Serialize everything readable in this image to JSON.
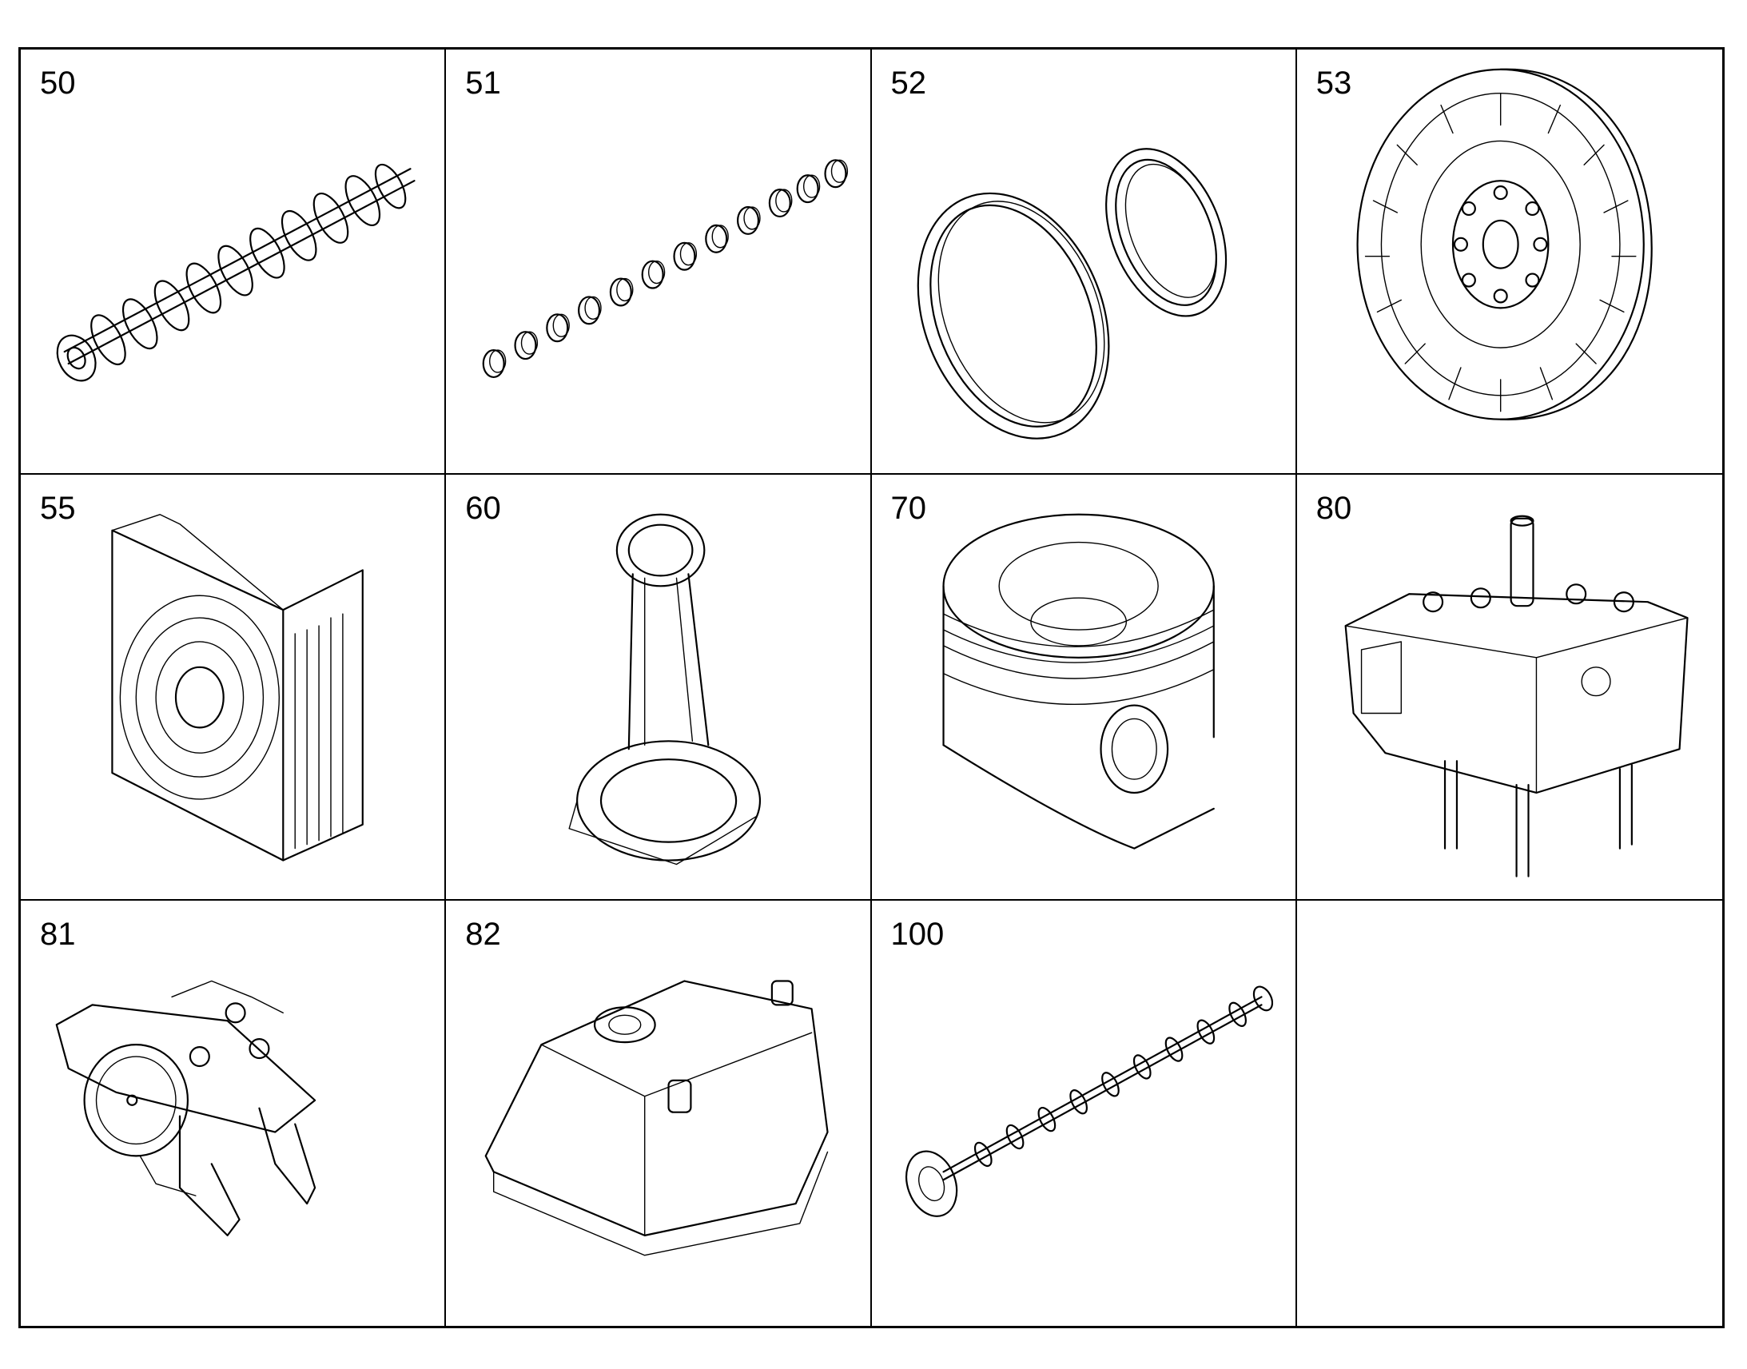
{
  "cells": [
    {
      "number": "50",
      "icon": "crankshaft-icon"
    },
    {
      "number": "51",
      "icon": "bearing-shells-icon"
    },
    {
      "number": "52",
      "icon": "seal-rings-icon"
    },
    {
      "number": "53",
      "icon": "vibration-damper-icon"
    },
    {
      "number": "55",
      "icon": "fan-guard-icon"
    },
    {
      "number": "60",
      "icon": "connecting-rod-icon"
    },
    {
      "number": "70",
      "icon": "piston-icon"
    },
    {
      "number": "80",
      "icon": "cylinder-head-icon"
    },
    {
      "number": "81",
      "icon": "rocker-arm-icon"
    },
    {
      "number": "82",
      "icon": "valve-cover-icon"
    },
    {
      "number": "100",
      "icon": "camshaft-icon"
    },
    {
      "number": "",
      "icon": ""
    }
  ]
}
